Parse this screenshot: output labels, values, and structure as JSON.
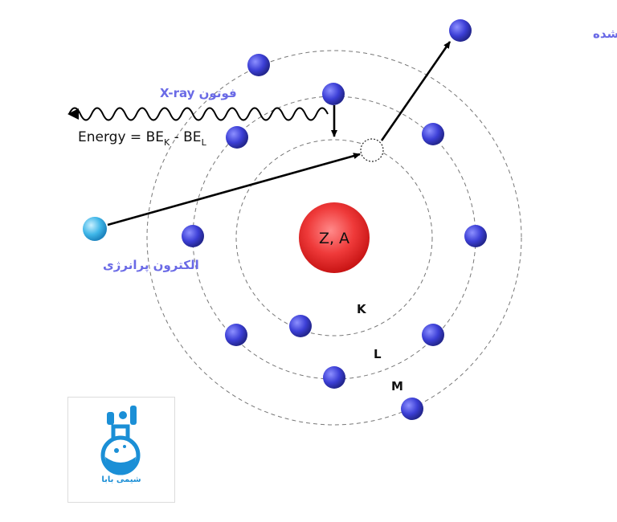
{
  "nucleus": {
    "label": "Z, A"
  },
  "shells": {
    "k_label": "K",
    "l_label": "L",
    "m_label": "M"
  },
  "labels": {
    "ejected_electron": "الکترون خارج شده",
    "incoming_electron": "الکترون پرانرژی",
    "photon": "فوتون X-ray",
    "energy_prefix": "Energy = BE",
    "energy_sub_k": "K",
    "energy_mid": " - BE",
    "energy_sub_l": "L"
  },
  "logo": {
    "text": "شیمی بابا"
  },
  "colors": {
    "electron": "#3c3fd6",
    "incoming_electron": "#3fb6e8",
    "nucleus": "#e32a2a",
    "label_blue": "#6a6ae6",
    "arrow": "#000000",
    "orbit": "#777777"
  }
}
